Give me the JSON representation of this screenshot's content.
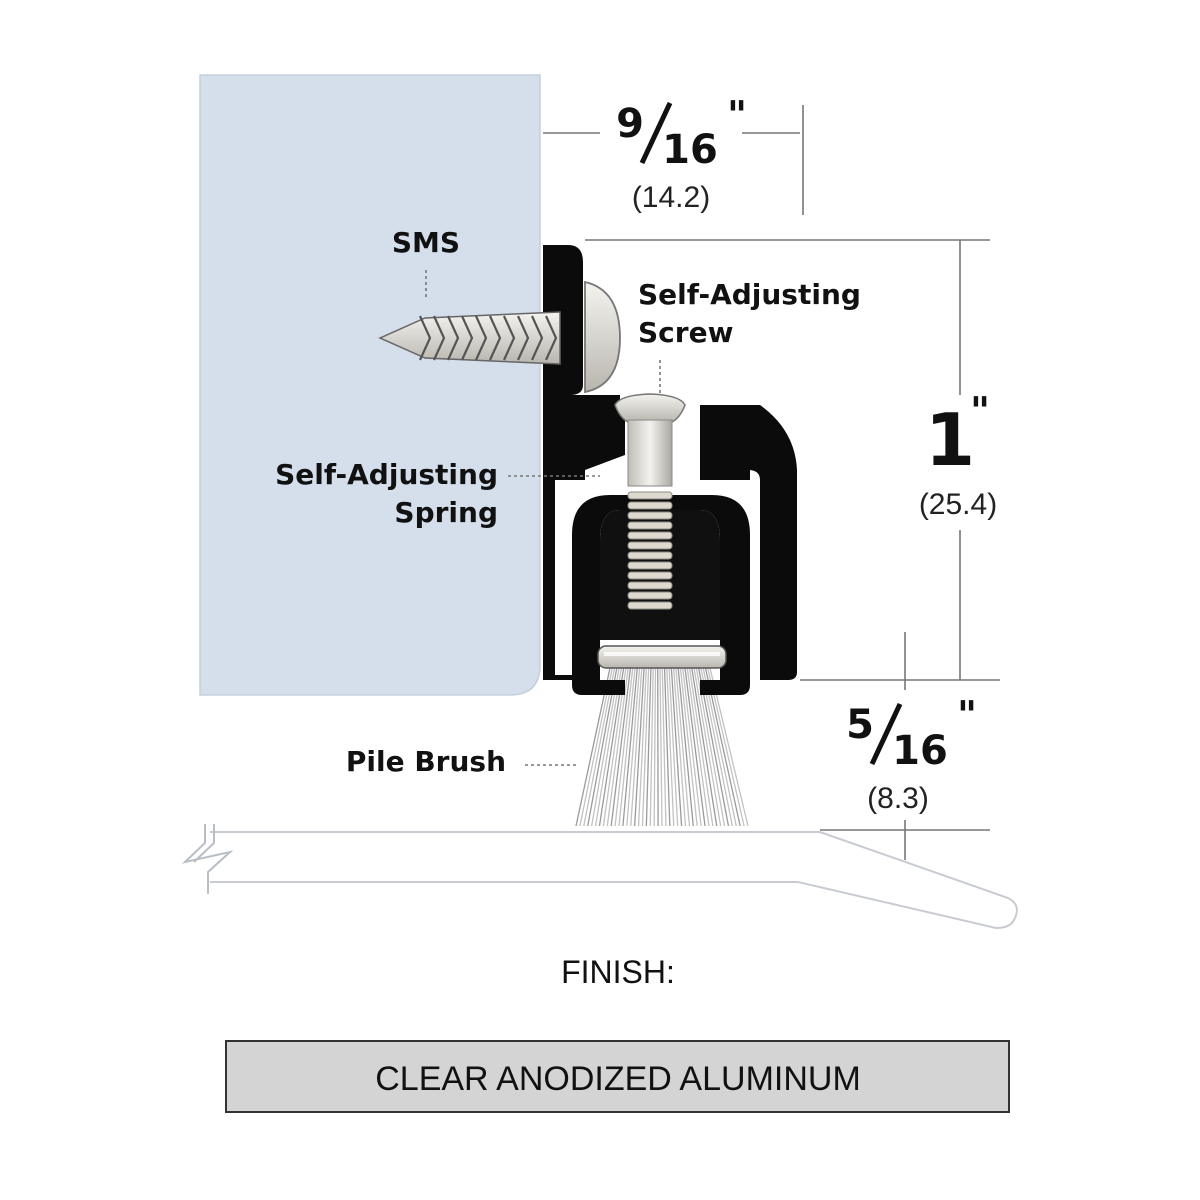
{
  "labels": {
    "sms": "SMS",
    "screw_line1": "Self-Adjusting",
    "screw_line2": "Screw",
    "spring_line1": "Self-Adjusting",
    "spring_line2": "Spring",
    "pile_brush": "Pile Brush"
  },
  "dimensions": {
    "width": {
      "num": "9",
      "den": "16",
      "unit": "\"",
      "metric": "(14.2)"
    },
    "height": {
      "whole": "1",
      "unit": "\"",
      "metric": "(25.4)"
    },
    "gap": {
      "num": "5",
      "den": "16",
      "unit": "\"",
      "metric": "(8.3)"
    }
  },
  "finish": {
    "heading": "FINISH:",
    "value": "CLEAR ANODIZED  ALUMINUM"
  },
  "colors": {
    "door": "#d5dfec",
    "profile": "#0b0b0b",
    "finish_box": "#d4d4d4",
    "screw_metal": "#e8e6df"
  }
}
